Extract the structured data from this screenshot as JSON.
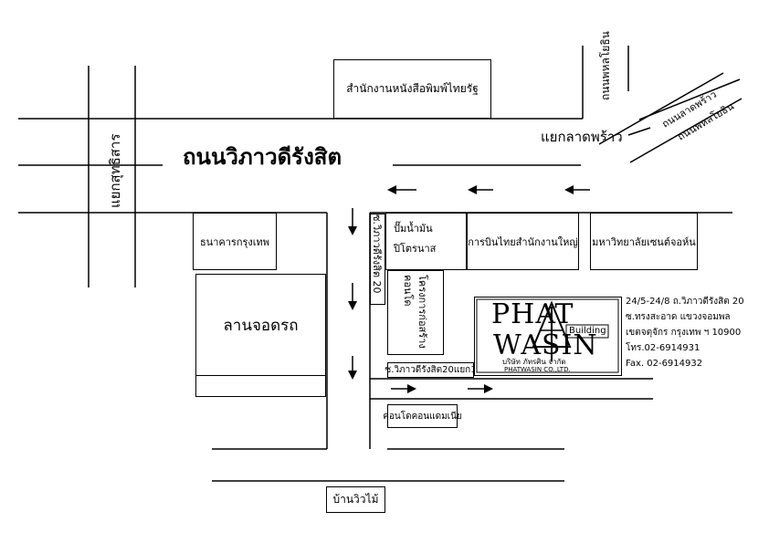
{
  "roads": {
    "main": "ถนนวิภาวดีรังสิต",
    "lad_phrao_junction": "แยกลาดพร้าว",
    "lad_phrao_road": "ถนนลาดพร้าว",
    "phahon_yothin_diag": "ถนนพหลโยธิน",
    "phahon_yothin_vertical": "ถนนพหลโยธิน",
    "sutthisan_junction": "แยกสุทธิสาร",
    "soi_20": "ซ.วิภาวดีรังสิต 20",
    "soi_20_yaek_1": "ซ.วิภาวดีรังสิต20แยก1"
  },
  "places": {
    "thairath": "สำนักงานหนังสือพิมพ์ไทยรัฐ",
    "bangkok_bank": "ธนาคารกรุงเทพ",
    "parking": "ลานจอดรถ",
    "ptt_station_1": "ปั๊มน้ำมัน",
    "ptt_station_2": "ปิโตรนาส",
    "thai_airways": "การบินไทยสำนักงานใหญ่",
    "st_john": "มหาวิทยาลัยเซนต์จอห์น",
    "condo_project_1": "โครงการก่อสร้าง",
    "condo_project_2": "คอนโด",
    "condo_dam": "คอนโดคอนแดมเนีย",
    "ban_wiwmai": "บ้านวิวไม้"
  },
  "company": {
    "logo_line1": "PHAT",
    "logo_line2": "WASIN",
    "logo_badge": "Building",
    "thai_name": "บริษัท ภัทรศิน จำกัด",
    "english_name": "PHATWASIN CO.,LTD.",
    "address_lines": [
      "24/5-24/8 ถ.วิภาวดีรังสิต 20",
      "ซ.ทรงสะอาด แขวงจอมพล",
      "เขตจตุจักร กรุงเทพ ฯ 10900",
      "โทร.02-6914931",
      "Fax. 02-6914932"
    ]
  }
}
